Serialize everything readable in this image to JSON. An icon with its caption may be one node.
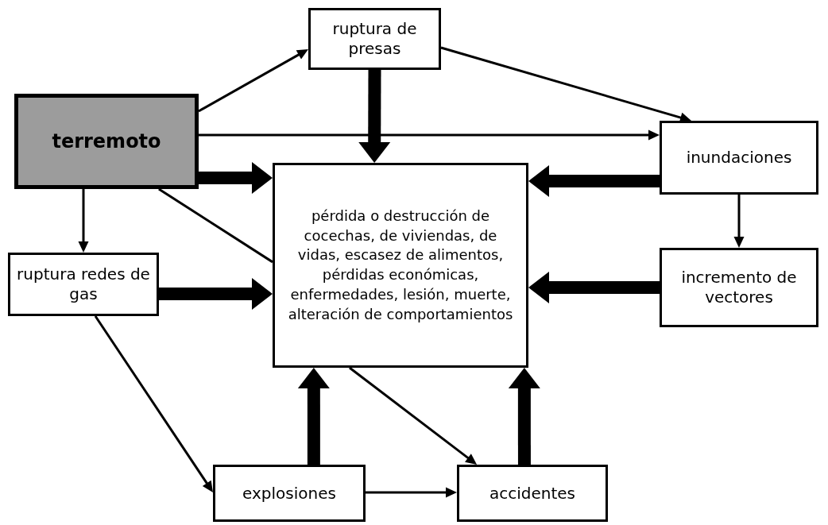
{
  "diagram": {
    "nodes": [
      {
        "text": [
          "terremoto"
        ]
      },
      {
        "text": [
          "ruptura de presas"
        ]
      },
      {
        "text": [
          "inundaciones"
        ]
      },
      {
        "text": [
          "pérdida o destrucción de cocechas, de viviendas, de vidas, escasez  de alimentos, pérdidas económicas, enfermedades, lesión, muerte, alteración de comportamientos"
        ]
      },
      {
        "text": [
          "ruptura redes de gas"
        ]
      },
      {
        "text": [
          "incremento de vectores"
        ]
      },
      {
        "text": [
          "explosiones"
        ]
      },
      {
        "text": [
          "accidentes"
        ]
      }
    ],
    "edges": [
      {
        "from": 0,
        "to": 1,
        "arrow": "to"
      },
      {
        "from": 1,
        "to": 2,
        "arrow": "to"
      },
      {
        "from": 0,
        "to": 2,
        "arrow": "to"
      },
      {
        "from": 0,
        "to": 4,
        "arrow": "to"
      },
      {
        "from": 0,
        "to": 3,
        "arrow": "none"
      },
      {
        "from": 2,
        "to": 5,
        "arrow": "to"
      },
      {
        "from": 4,
        "to": 6,
        "arrow": "to"
      },
      {
        "from": 6,
        "to": 7,
        "arrow": "to"
      },
      {
        "from": 3,
        "to": 7,
        "arrow": "to"
      },
      {
        "from": 1,
        "to": 3,
        "arrow": "to",
        "style": "thick"
      },
      {
        "from": 0,
        "to": 3,
        "arrow": "to",
        "style": "thick"
      },
      {
        "from": 4,
        "to": 3,
        "arrow": "to",
        "style": "thick"
      },
      {
        "from": 2,
        "to": 3,
        "arrow": "to",
        "style": "thick"
      },
      {
        "from": 5,
        "to": 3,
        "arrow": "to",
        "style": "thick"
      },
      {
        "from": 6,
        "to": 3,
        "arrow": "to",
        "style": "thick"
      },
      {
        "from": 7,
        "to": 3,
        "arrow": "to",
        "style": "thick"
      }
    ]
  }
}
